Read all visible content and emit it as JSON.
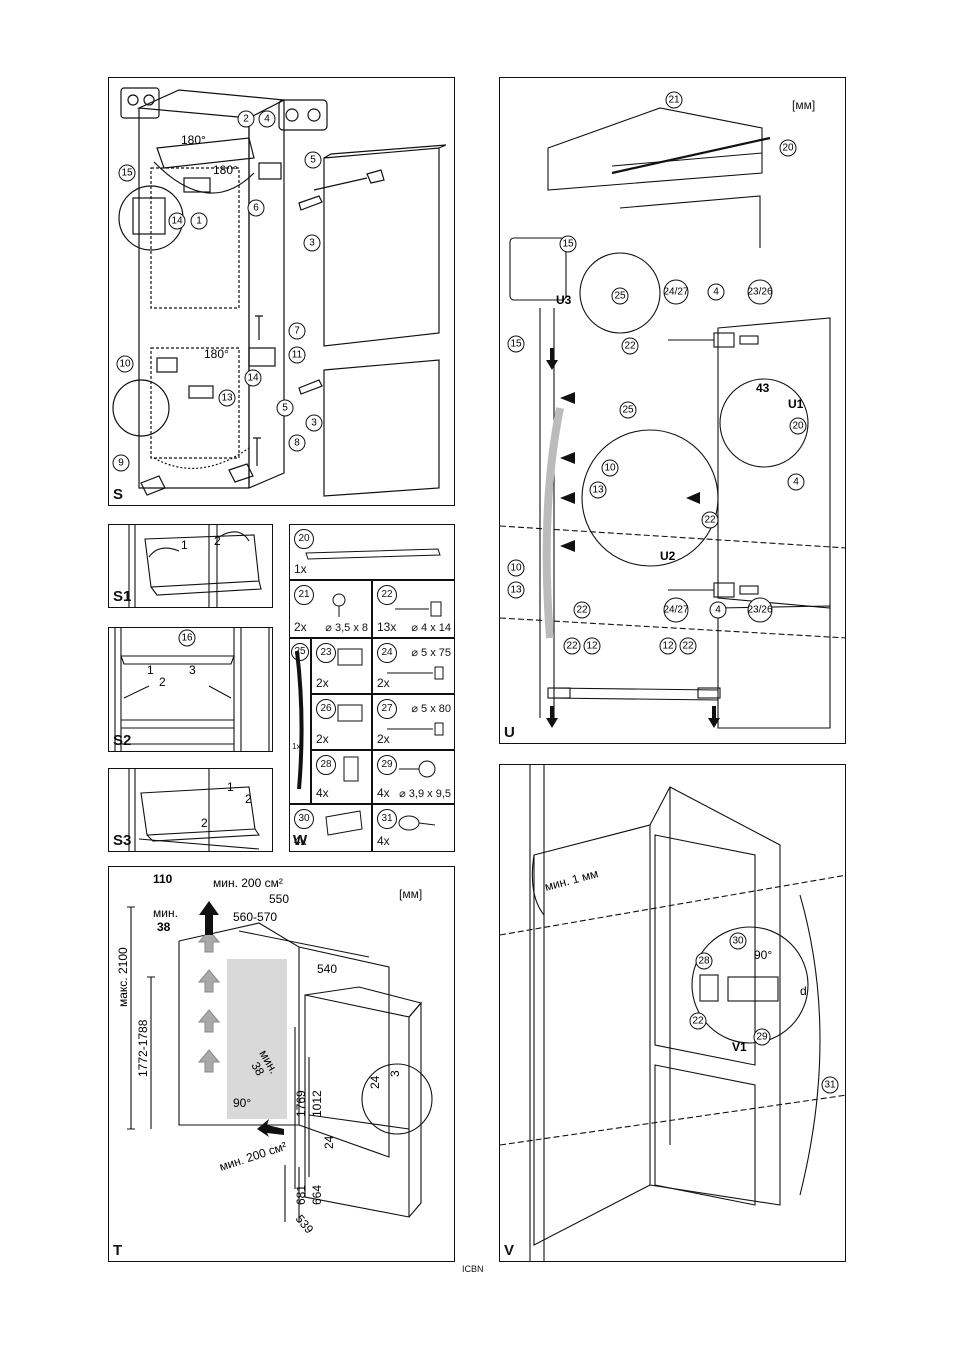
{
  "panels": {
    "s": {
      "label": "S",
      "angles": [
        "180°",
        "180°",
        "180°"
      ],
      "callouts": [
        "2",
        "4",
        "15",
        "5",
        "14",
        "1",
        "6",
        "3",
        "7",
        "10",
        "11",
        "14",
        "13",
        "5",
        "3",
        "9",
        "8"
      ]
    },
    "s1": {
      "label": "S1",
      "steps": [
        "1",
        "2"
      ]
    },
    "s2": {
      "label": "S2",
      "callout": "16",
      "steps": [
        "1",
        "2",
        "3"
      ]
    },
    "s3": {
      "label": "S3",
      "steps": [
        "1",
        "2",
        "2"
      ]
    },
    "t": {
      "label": "T",
      "unit": "[мм]",
      "dims": {
        "d110": "110",
        "vent_top": "мин. 200 см²",
        "d550": "550",
        "min38_a": "мин.",
        "d38_a": "38",
        "d560": "560-570",
        "d540": "540",
        "max2100": "макс. 2100",
        "d1772": "1772-1788",
        "min38_b": "мин.",
        "d38_b": "38",
        "angle90": "90°",
        "vent_bottom": "мин. 200 см²",
        "d1769": "1769",
        "d1012": "1012",
        "d24": "24",
        "d3": "3",
        "d24b": "24",
        "d681": "681",
        "d664": "664",
        "d539": "539"
      }
    },
    "u": {
      "label": "U",
      "unit": "[мм]",
      "d43": "43",
      "sub": [
        "U3",
        "U1",
        "U2"
      ],
      "callouts": [
        "21",
        "20",
        "15",
        "25",
        "24/27",
        "4",
        "23/26",
        "15",
        "22",
        "25",
        "20",
        "4",
        "10",
        "13",
        "22",
        "10",
        "13",
        "22",
        "24/27",
        "4",
        "23/26",
        "22",
        "12",
        "12",
        "22"
      ]
    },
    "v": {
      "label": "V",
      "min1": "мин. 1 мм",
      "sub": "V1",
      "d": "d",
      "angle": "90°",
      "callouts": [
        "30",
        "28",
        "22",
        "29",
        "31"
      ]
    }
  },
  "parts": [
    {
      "num": "20",
      "qty": "1x",
      "spec": ""
    },
    {
      "num": "21",
      "qty": "2x",
      "spec": "⌀ 3,5 x 8"
    },
    {
      "num": "22",
      "qty": "13x",
      "spec": "⌀ 4 x 14"
    },
    {
      "num": "25",
      "qty": "1x",
      "spec": ""
    },
    {
      "num": "23",
      "qty": "2x",
      "spec": ""
    },
    {
      "num": "24",
      "qty": "2x",
      "spec": "⌀ 5 x 75"
    },
    {
      "num": "26",
      "qty": "2x",
      "spec": ""
    },
    {
      "num": "27",
      "qty": "2x",
      "spec": "⌀ 5 x 80"
    },
    {
      "num": "28",
      "qty": "4x",
      "spec": ""
    },
    {
      "num": "29",
      "qty": "4x",
      "spec": "⌀ 3,9 x 9,5"
    },
    {
      "num": "30",
      "qty": "4x",
      "spec": ""
    },
    {
      "num": "31",
      "qty": "4x",
      "spec": ""
    }
  ],
  "parts_panel_label": "W",
  "footer": "ICBN"
}
